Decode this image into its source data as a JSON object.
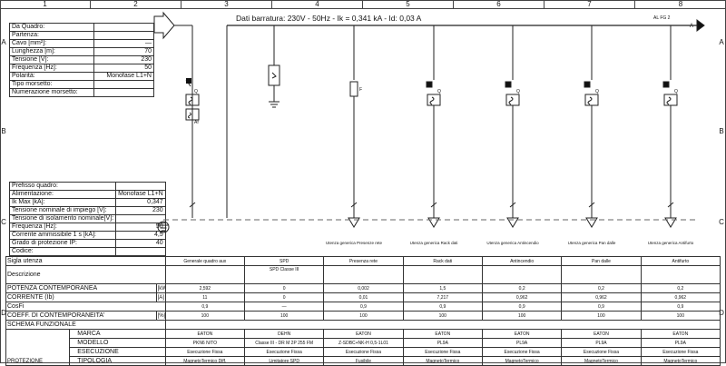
{
  "column_numbers": [
    "1",
    "2",
    "3",
    "4",
    "5",
    "6",
    "7",
    "8"
  ],
  "row_letters": [
    "A",
    "B",
    "C",
    "D"
  ],
  "busbar_label": "Dati barratura: 230V - 50Hz - Ik = 0,341 kA - Id: 0,03 A",
  "link_label": "AL FG 2",
  "link_letter": "A",
  "top_panel": [
    {
      "label": "Da Quadro:",
      "value": ""
    },
    {
      "label": "Partenza:",
      "value": ""
    },
    {
      "label": "Cavo [mm²]:",
      "value": "—"
    },
    {
      "label": "Lunghezza [m]:",
      "value": "70"
    },
    {
      "label": "Tensione [V]:",
      "value": "230"
    },
    {
      "label": "Frequenza [Hz]:",
      "value": "50"
    },
    {
      "label": "Polarità:",
      "value": "Monofase L1+N"
    },
    {
      "label": "Tipo morsetto:",
      "value": ""
    },
    {
      "label": "Numerazione morsetto:",
      "value": ""
    }
  ],
  "mid_panel": [
    {
      "label": "Prefisso quadro:",
      "value": ""
    },
    {
      "label": "Alimentazione:",
      "value": "Monofase L1+N"
    },
    {
      "label": "Ik Max [kA]:",
      "value": "0,347"
    },
    {
      "label": "Tensione nominale di impiego [V]:",
      "value": "230"
    },
    {
      "label": "Tensione di isolamento nominale[V]:",
      "value": ""
    },
    {
      "label": "Frequenza [Hz]:",
      "value": "50"
    },
    {
      "label": "Corrente ammissibile 1 s [kA]:",
      "value": "4,5"
    },
    {
      "label": "Grado di protezione IP:",
      "value": "40"
    },
    {
      "label": "Codice:",
      "value": ""
    }
  ],
  "device_tags": {
    "q": "Q",
    "af": "Af",
    "f": "F"
  },
  "load_labels": [
    "Utenza generica Presenze rete",
    "Utenza generica Rack dati",
    "Utenza generica Antincendio",
    "Utenza generica Pan dalle",
    "Utenza generica Antifurto"
  ],
  "bottom_table": {
    "rows": [
      {
        "label": "Sigla utenza",
        "unit": "",
        "values": [
          "Generale quadro aux",
          "SPD",
          "Presenza rete",
          "Rack dati",
          "Antincendio",
          "Pan dalle",
          "Antifurto"
        ]
      },
      {
        "label": "Descrizione",
        "unit": "",
        "values": [
          "",
          "SPD Classe III",
          "",
          "",
          "",
          "",
          ""
        ]
      },
      {
        "label": "POTENZA CONTEMPORANEA",
        "unit": "[kW]",
        "values": [
          "2,592",
          "0",
          "0,002",
          "1,5",
          "0,2",
          "0,2",
          "0,2"
        ]
      },
      {
        "label": "CORRENTE (Ib)",
        "unit": "[A]",
        "values": [
          "11",
          "0",
          "0,01",
          "7,217",
          "0,962",
          "0,962",
          "0,962"
        ]
      },
      {
        "label": "CosFi",
        "unit": "",
        "values": [
          "0,9",
          "—",
          "0,9",
          "0,9",
          "0,9",
          "0,9",
          "0,9"
        ]
      },
      {
        "label": "COEFF. DI CONTEMPORANEITA'",
        "unit": "[%]",
        "values": [
          "100",
          "100",
          "100",
          "100",
          "100",
          "100",
          "100"
        ]
      },
      {
        "label": "SCHEMA FUNZIONALE",
        "unit": "",
        "values": [
          "",
          "",
          "",
          "",
          "",
          "",
          ""
        ]
      }
    ],
    "sub_rows": [
      {
        "label": "MARCA",
        "values": [
          "EATON",
          "DEHN",
          "EATON",
          "EATON",
          "EATON",
          "EATON",
          "EATON"
        ]
      },
      {
        "label": "MODELLO",
        "values": [
          "PKN6 N/TO",
          "Classe III - DR M 2P 255 FM",
          "Z-SDBC+NK-H 0,5-1L01",
          "PL9A",
          "PL9A",
          "PL9A",
          "PL9A"
        ]
      },
      {
        "label": "ESECUZIONE",
        "values": [
          "Esecuzione Fissa",
          "Esecuzione Fissa",
          "Esecuzione Fissa",
          "Esecuzione Fissa",
          "Esecuzione Fissa",
          "Esecuzione Fissa",
          "Esecuzione Fissa"
        ]
      },
      {
        "label": "TIPOLOGIA",
        "values": [
          "MagnetoTermico Diff.",
          "Limitatore SPD",
          "Fusibile",
          "MagnetoTermico",
          "MagnetoTermico",
          "MagnetoTermico",
          "MagnetoTermico"
        ]
      }
    ],
    "side_label": "PROTEZIONE"
  }
}
